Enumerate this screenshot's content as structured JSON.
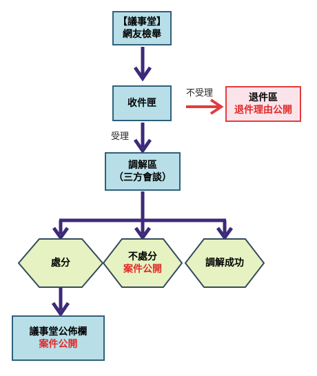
{
  "nodes": {
    "online_report": {
      "line1": "【議事堂】",
      "line2": "網友檢舉"
    },
    "inbox": {
      "label": "收件匣"
    },
    "reject": {
      "line1": "退件區",
      "line2": "退件理由公開"
    },
    "mediation": {
      "line1": "調解區",
      "line2": "（三方會談）"
    },
    "punish": {
      "label": "處分"
    },
    "no_punish": {
      "line1": "不處分",
      "line2": "案件公開"
    },
    "success": {
      "label": "調解成功"
    },
    "bulletin": {
      "line1": "議事堂公佈欄",
      "line2": "案件公開"
    }
  },
  "edges": {
    "not_accepted": "不受理",
    "accepted": "受理"
  },
  "colors": {
    "box_fill": "#b8dfe8",
    "box_border": "#2f5f7a",
    "hex_fill": "#e6f2c2",
    "hex_border": "#34495a",
    "arrow": "#3d2a7a",
    "reject_arrow": "#e23b3b",
    "reject_fill": "#fbe3ea",
    "highlight_text": "#e02a2a"
  }
}
